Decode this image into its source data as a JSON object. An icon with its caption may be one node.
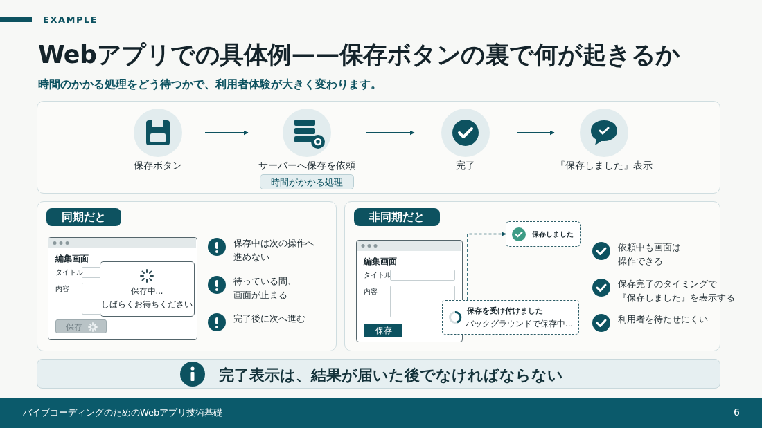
{
  "diagram": {
    "title": "Webアプリでの具体例——保存ボタンの裏で何が起きるか",
    "nodes": [
      {
        "text": [
          "保存ボタン"
        ]
      },
      {
        "text": [
          "サーバーへ保存を依頼"
        ],
        "beside": [
          "時間がかかる処理"
        ]
      },
      {
        "text": [
          "完了"
        ]
      },
      {
        "text": [
          "『保存しました』表示"
        ]
      },
      {
        "text": [
          "同期だと"
        ]
      },
      {
        "text": [
          "編集画面",
          "タイトル",
          "内容",
          "保存"
        ],
        "in": 4
      },
      {
        "text": [
          "保存中...",
          "しばらくお待ちください"
        ],
        "in": 5
      },
      {
        "text": [
          "非同期だと"
        ]
      },
      {
        "text": [
          "編集画面",
          "タイトル",
          "内容",
          "保存"
        ],
        "in": 7
      },
      {
        "text": [
          "保存を受け付けました",
          "バックグラウンドで保存中..."
        ],
        "in": 7
      },
      {
        "text": [
          "保存しました"
        ],
        "in": 7
      },
      {
        "text": [
          "完了表示は、結果が届いた後でなければならない"
        ]
      }
    ],
    "edges": [
      {
        "from": 0,
        "to": 1,
        "arrow": "to"
      },
      {
        "from": 1,
        "to": 2,
        "arrow": "to"
      },
      {
        "from": 2,
        "to": 3,
        "arrow": "to"
      },
      {
        "from": 9,
        "to": 10,
        "arrow": "to",
        "style": "dashed"
      }
    ],
    "labels": [
      "EXAMPLE",
      "時間のかかる処理をどう待つかで、利用者体験が大きく変わります。",
      "保存中は次の操作へ進めない",
      "待っている間、画面が止まる",
      "完了後に次へ進む",
      "依頼中も画面は操作できる",
      "保存完了のタイミングで『保存しました』を表示する",
      "利用者を待たせにくい",
      "バイブコーディングのためのWebアプリ技術基礎",
      "6"
    ]
  }
}
